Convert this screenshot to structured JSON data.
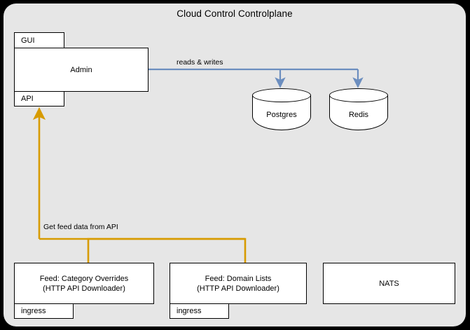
{
  "diagram": {
    "type": "architecture-diagram",
    "title": "Cloud Control Controlplane",
    "colors": {
      "page_background": "#000000",
      "container_background": "#E6E6E6",
      "node_fill": "#FFFFFF",
      "node_stroke": "#000000",
      "blue_edge": "#6C8EBF",
      "orange_edge": "#D79B00"
    }
  },
  "container": {
    "label": "Cloud Control Controlplane"
  },
  "nodes": {
    "admin": {
      "label": "Admin",
      "gui_tab": "GUI",
      "api_tab": "API"
    },
    "postgres": {
      "label": "Postgres",
      "shape": "cylinder"
    },
    "redis": {
      "label": "Redis",
      "shape": "cylinder"
    },
    "feed_category": {
      "line1": "Feed: Category Overrides",
      "line2": "(HTTP API Downloader)",
      "ingress_tab": "ingress"
    },
    "feed_domain": {
      "line1": "Feed: Domain Lists",
      "line2": "(HTTP API Downloader)",
      "ingress_tab": "ingress"
    },
    "nats": {
      "label": "NATS"
    }
  },
  "edges": {
    "admin_to_datastores": {
      "label": "reads & writes",
      "from": "Admin",
      "to": [
        "Postgres",
        "Redis"
      ],
      "color": "#6C8EBF"
    },
    "feeds_to_api": {
      "label": "Get feed data from API",
      "from": [
        "Feed: Category Overrides",
        "Feed: Domain Lists"
      ],
      "to": "API",
      "color": "#D79B00"
    }
  }
}
